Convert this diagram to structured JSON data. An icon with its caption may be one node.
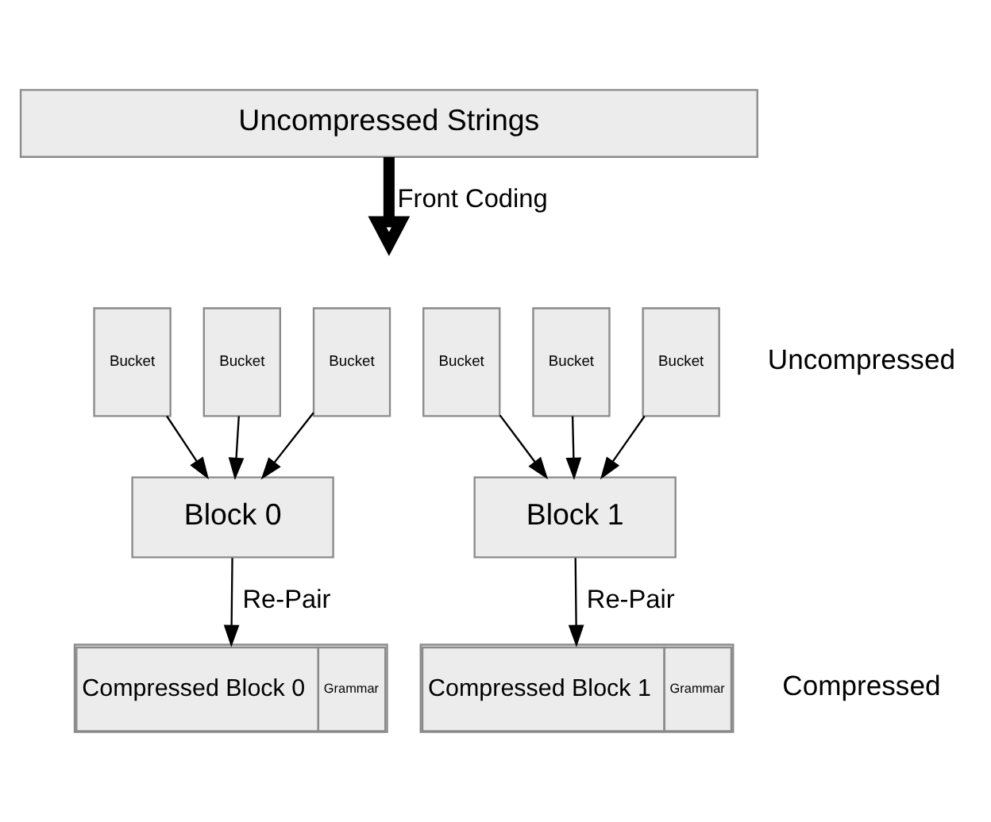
{
  "diagram": {
    "nodes": [
      {
        "text": [
          "Uncompressed Strings"
        ]
      },
      {
        "text": [
          "Bucket"
        ]
      },
      {
        "text": [
          "Bucket"
        ]
      },
      {
        "text": [
          "Bucket"
        ]
      },
      {
        "text": [
          "Bucket"
        ]
      },
      {
        "text": [
          "Bucket"
        ]
      },
      {
        "text": [
          "Bucket"
        ]
      },
      {
        "text": [
          "Block 0"
        ]
      },
      {
        "text": [
          "Block 1"
        ]
      },
      {
        "text": [
          "Compressed Block 0",
          "Grammar"
        ]
      },
      {
        "text": [
          "Compressed Block 1",
          "Grammar"
        ]
      }
    ],
    "edges": [
      {
        "from": 0,
        "to": null,
        "arrow": "to",
        "label": "Front Coding",
        "style": "thick"
      },
      {
        "from": 1,
        "to": 7,
        "arrow": "to"
      },
      {
        "from": 2,
        "to": 7,
        "arrow": "to"
      },
      {
        "from": 3,
        "to": 7,
        "arrow": "to"
      },
      {
        "from": 4,
        "to": 8,
        "arrow": "to"
      },
      {
        "from": 5,
        "to": 8,
        "arrow": "to"
      },
      {
        "from": 6,
        "to": 8,
        "arrow": "to"
      },
      {
        "from": 7,
        "to": 9,
        "arrow": "to",
        "label": "Re-Pair"
      },
      {
        "from": 8,
        "to": 10,
        "arrow": "to",
        "label": "Re-Pair"
      }
    ],
    "labels": [
      "Uncompressed",
      "Compressed"
    ]
  }
}
